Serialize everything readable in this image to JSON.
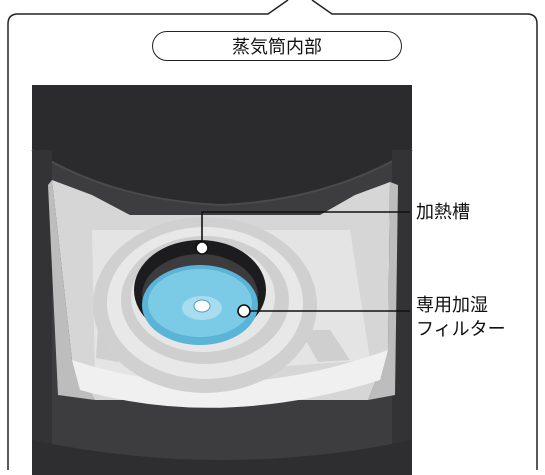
{
  "title": "蒸気筒内部",
  "labels": {
    "heating_tank": "加熱槽",
    "filter_line1": "専用加湿",
    "filter_line2": "フィルター"
  },
  "colors": {
    "frame": "#222222",
    "body_dark": "#3a3a3c",
    "tray_light": "#e2e2e2",
    "filter_blue": "#5ab4d8"
  }
}
